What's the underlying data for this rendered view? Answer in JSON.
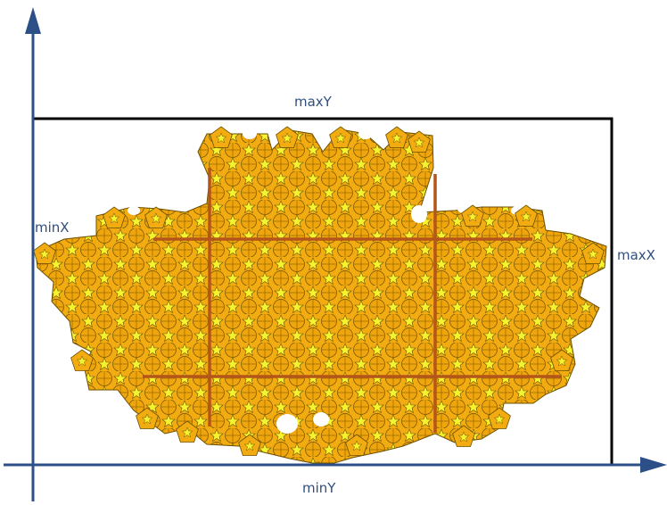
{
  "labels": {
    "max_y": "maxY",
    "min_y": "minY",
    "min_x": "minX",
    "max_x": "maxX"
  },
  "colors": {
    "axis": "#2b4f86",
    "bounding_box": "#000000",
    "guide_lines": "#b4561a",
    "tile_fill": "#f2ac12",
    "tile_star": "#f7f230",
    "tile_stroke": "#6b5000",
    "label": "#2f4f7f"
  },
  "icons": {
    "x_axis_arrow": "arrowhead-right",
    "y_axis_arrow": "arrowhead-up"
  }
}
